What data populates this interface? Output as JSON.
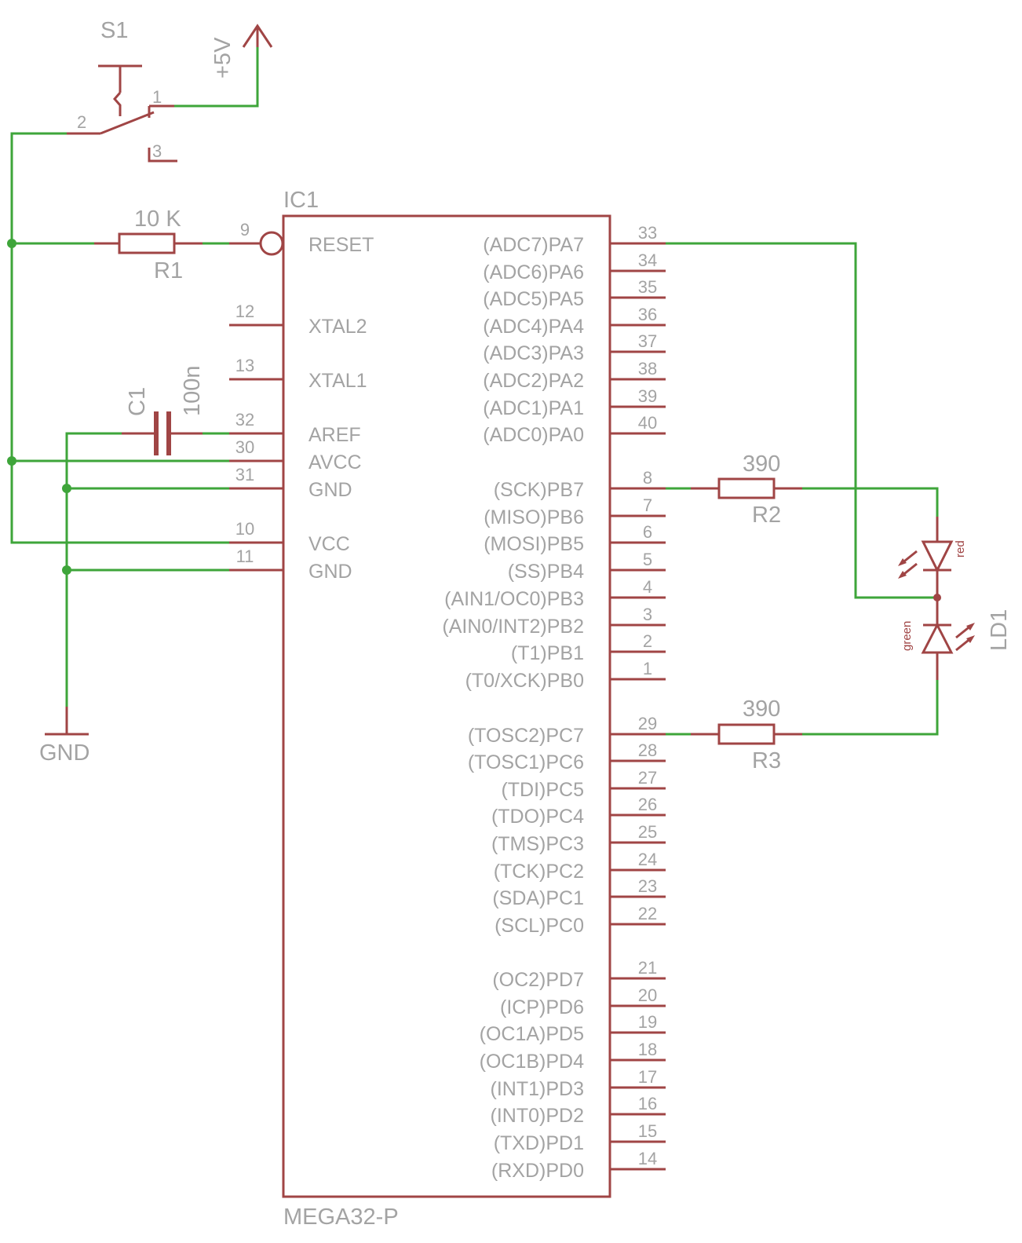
{
  "colors": {
    "wire": "#3ea53a",
    "part": "#a04545",
    "text": "#a3a3a3",
    "background": "#ffffff"
  },
  "ic": {
    "name": "IC1",
    "value": "MEGA32-P",
    "left_pins": [
      {
        "num": "9",
        "name": "RESET"
      },
      {
        "num": "12",
        "name": "XTAL2"
      },
      {
        "num": "13",
        "name": "XTAL1"
      },
      {
        "num": "32",
        "name": "AREF"
      },
      {
        "num": "30",
        "name": "AVCC"
      },
      {
        "num": "31",
        "name": "GND"
      },
      {
        "num": "10",
        "name": "VCC"
      },
      {
        "num": "11",
        "name": "GND"
      }
    ],
    "right_pins": [
      {
        "num": "33",
        "name": "(ADC7)PA7"
      },
      {
        "num": "34",
        "name": "(ADC6)PA6"
      },
      {
        "num": "35",
        "name": "(ADC5)PA5"
      },
      {
        "num": "36",
        "name": "(ADC4)PA4"
      },
      {
        "num": "37",
        "name": "(ADC3)PA3"
      },
      {
        "num": "38",
        "name": "(ADC2)PA2"
      },
      {
        "num": "39",
        "name": "(ADC1)PA1"
      },
      {
        "num": "40",
        "name": "(ADC0)PA0"
      },
      {
        "num": "8",
        "name": "(SCK)PB7"
      },
      {
        "num": "7",
        "name": "(MISO)PB6"
      },
      {
        "num": "6",
        "name": "(MOSI)PB5"
      },
      {
        "num": "5",
        "name": "(SS)PB4"
      },
      {
        "num": "4",
        "name": "(AIN1/OC0)PB3"
      },
      {
        "num": "3",
        "name": "(AIN0/INT2)PB2"
      },
      {
        "num": "2",
        "name": "(T1)PB1"
      },
      {
        "num": "1",
        "name": "(T0/XCK)PB0"
      },
      {
        "num": "29",
        "name": "(TOSC2)PC7"
      },
      {
        "num": "28",
        "name": "(TOSC1)PC6"
      },
      {
        "num": "27",
        "name": "(TDI)PC5"
      },
      {
        "num": "26",
        "name": "(TDO)PC4"
      },
      {
        "num": "25",
        "name": "(TMS)PC3"
      },
      {
        "num": "24",
        "name": "(TCK)PC2"
      },
      {
        "num": "23",
        "name": "(SDA)PC1"
      },
      {
        "num": "22",
        "name": "(SCL)PC0"
      },
      {
        "num": "21",
        "name": "(OC2)PD7"
      },
      {
        "num": "20",
        "name": "(ICP)PD6"
      },
      {
        "num": "19",
        "name": "(OC1A)PD5"
      },
      {
        "num": "18",
        "name": "(OC1B)PD4"
      },
      {
        "num": "17",
        "name": "(INT1)PD3"
      },
      {
        "num": "16",
        "name": "(INT0)PD2"
      },
      {
        "num": "15",
        "name": "(TXD)PD1"
      },
      {
        "num": "14",
        "name": "(RXD)PD0"
      }
    ]
  },
  "switch": {
    "name": "S1",
    "pin1": "1",
    "pin2": "2",
    "pin3": "3"
  },
  "supply": {
    "label": "+5V"
  },
  "ground": {
    "label": "GND"
  },
  "r1": {
    "name": "R1",
    "value": "10 K"
  },
  "c1": {
    "name": "C1",
    "value": "100n"
  },
  "r2": {
    "name": "R2",
    "value": "390"
  },
  "r3": {
    "name": "R3",
    "value": "390"
  },
  "ld1": {
    "name": "LD1",
    "red": "red",
    "green": "green"
  }
}
